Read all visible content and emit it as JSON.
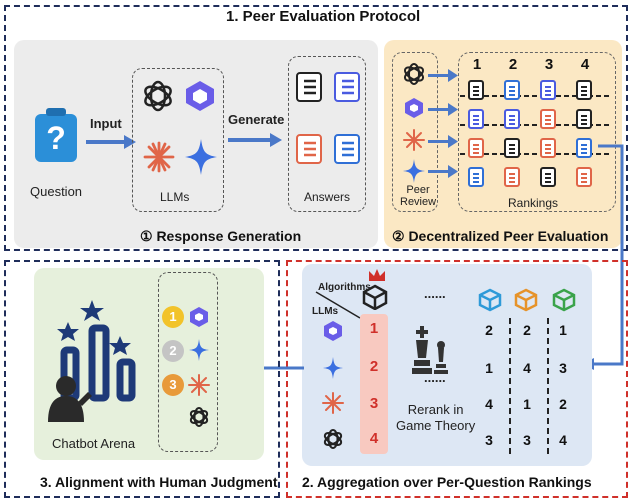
{
  "sections": {
    "peer_protocol": "1. Peer Evaluation Protocol",
    "response_generation": "① Response Generation",
    "decentralized": "② Decentralized Peer Evaluation",
    "aggregation": "2. Aggregation over Per-Question Rankings",
    "alignment": "3. Alignment with Human Judgment"
  },
  "labels": {
    "question": "Question",
    "input": "Input",
    "llms": "LLMs",
    "generate": "Generate",
    "answers": "Answers",
    "peer_review": "Peer\nReview",
    "rankings": "Rankings",
    "algorithms": "Algorithms",
    "llms_axis": "LLMs",
    "dots": "......",
    "rerank": "Rerank in\nGame Theory",
    "chatbot_arena": "Chatbot Arena"
  },
  "ranking_columns": [
    "1",
    "2",
    "3",
    "4"
  ],
  "selected_ranks": [
    "1",
    "2",
    "3",
    "4"
  ],
  "theory_table": [
    [
      "2",
      "2",
      "1"
    ],
    [
      "1",
      "4",
      "3"
    ],
    [
      "4",
      "1",
      "2"
    ],
    [
      "3",
      "3",
      "4"
    ]
  ],
  "medals": [
    "1",
    "2",
    "3"
  ],
  "colors": {
    "navy_border": "#1f2d5a",
    "red_border": "#d0302a",
    "blue": "#2f6fd6",
    "orange": "#e6932a",
    "green": "#3aa34a",
    "coral": "#e06548"
  }
}
